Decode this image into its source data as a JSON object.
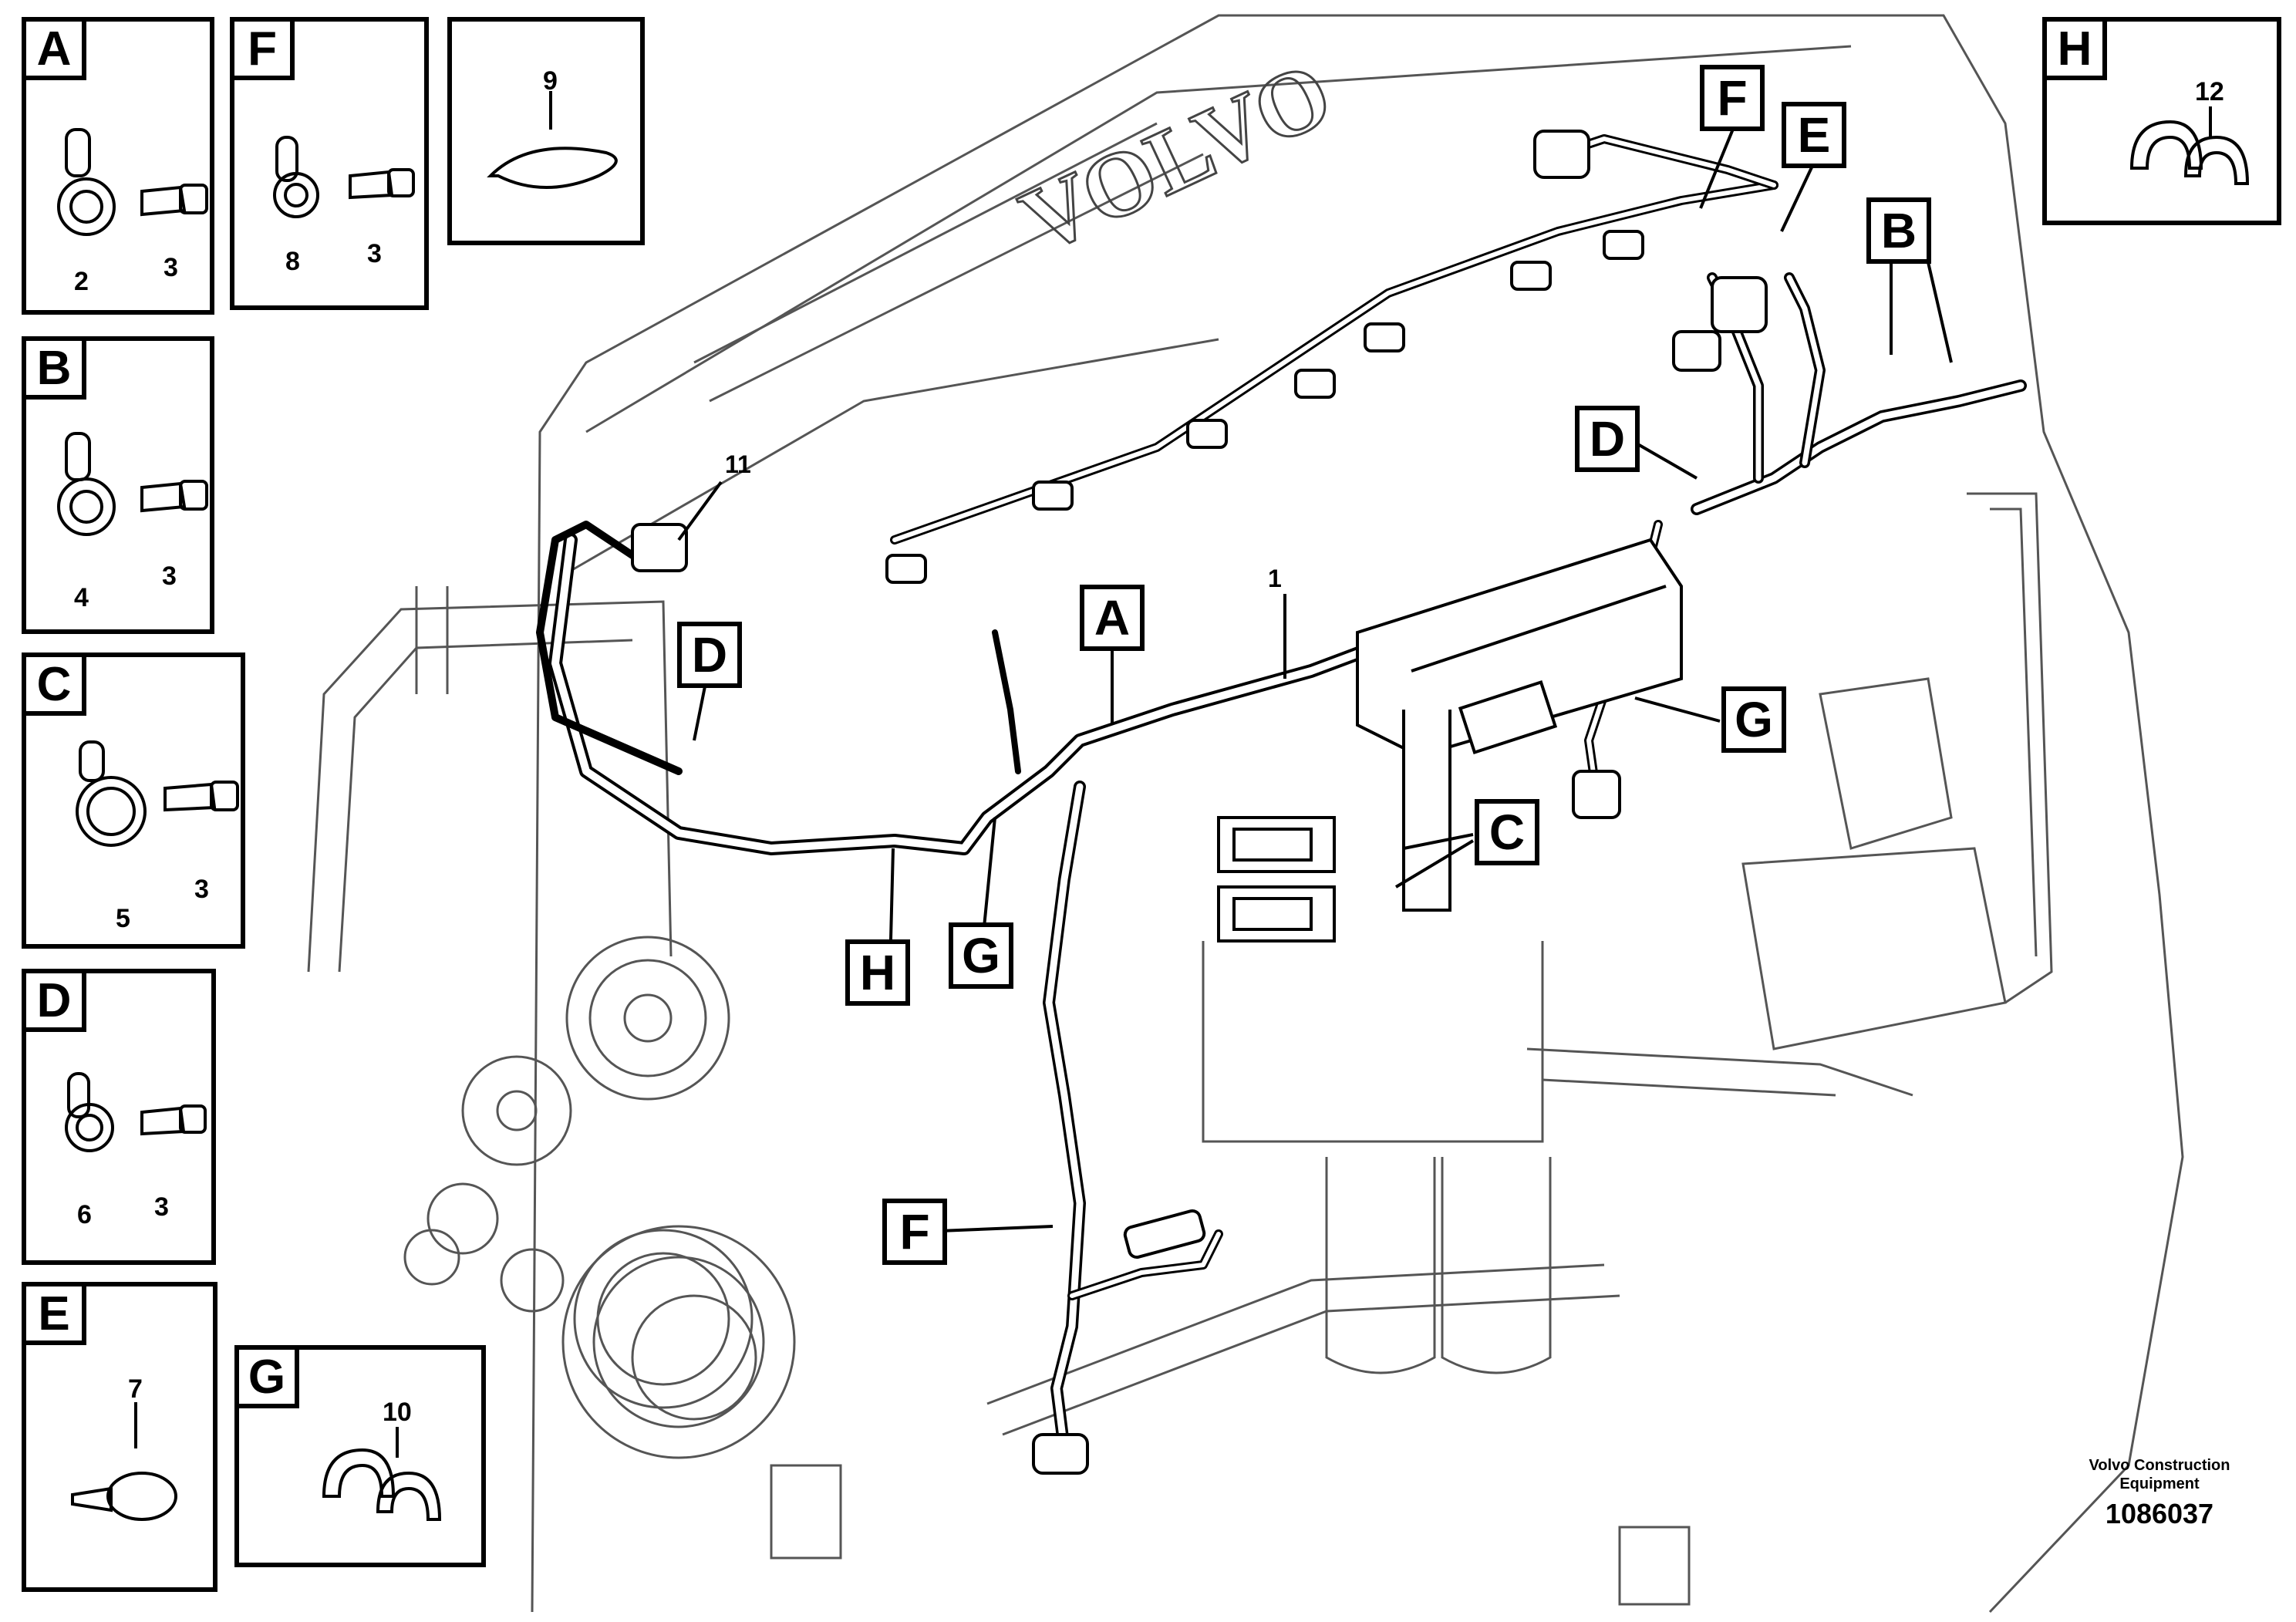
{
  "brand_on_engine": "VOLVO",
  "kits": [
    {
      "letter": "A",
      "parts": [
        "2",
        "3"
      ]
    },
    {
      "letter": "F",
      "parts": [
        "8",
        "3"
      ]
    },
    {
      "letter": "",
      "parts": [
        "9"
      ]
    },
    {
      "letter": "H",
      "parts": [
        "12"
      ]
    },
    {
      "letter": "B",
      "parts": [
        "4",
        "3"
      ]
    },
    {
      "letter": "C",
      "parts": [
        "5",
        "3"
      ]
    },
    {
      "letter": "D",
      "parts": [
        "6",
        "3"
      ]
    },
    {
      "letter": "E",
      "parts": [
        "7"
      ]
    },
    {
      "letter": "G",
      "parts": [
        "10"
      ]
    }
  ],
  "callouts": {
    "f_top": "F",
    "e_top": "E",
    "b_right": "B",
    "d_upper": "D",
    "d_left": "D",
    "a_mid": "A",
    "g_right": "G",
    "c_mid": "C",
    "h_left": "H",
    "g_left": "G",
    "f_lower": "F"
  },
  "part_numbers": {
    "harness": "1",
    "connector_cap": "11"
  },
  "footer": {
    "company_line1": "Volvo Construction",
    "company_line2": "Equipment",
    "figure_id": "1086037"
  }
}
